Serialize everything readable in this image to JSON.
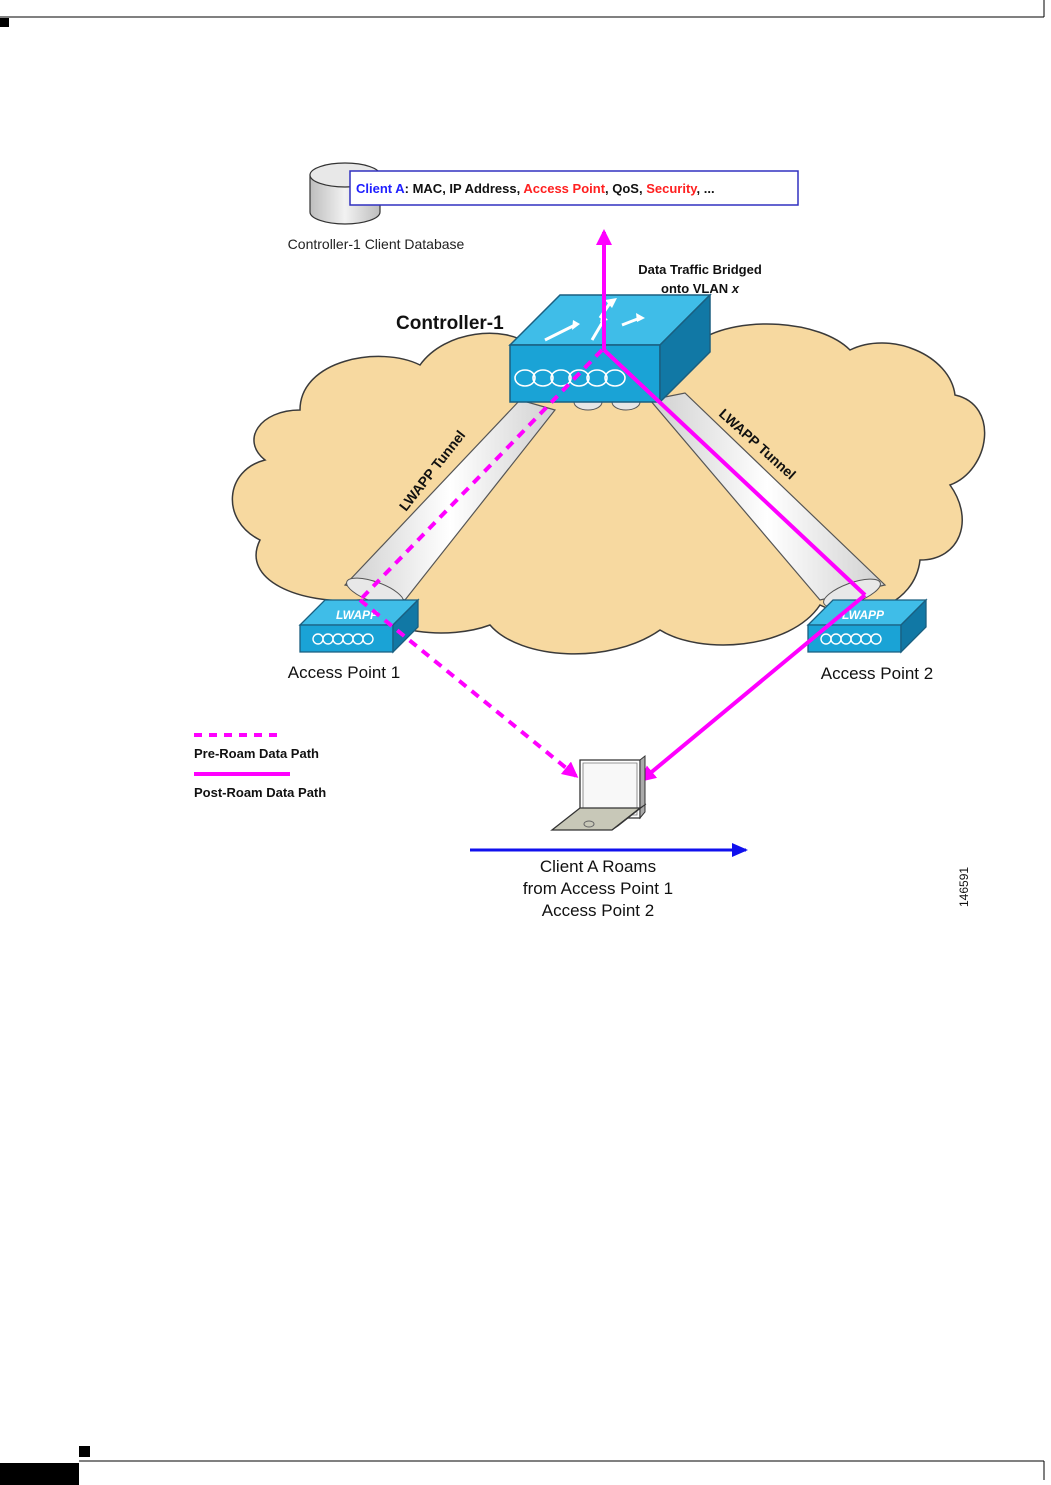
{
  "database": {
    "record_prefix": "Client A",
    "record_sep": ": ",
    "record_parts": [
      {
        "text": "MAC, IP Address, ",
        "tone": "plain"
      },
      {
        "text": "Access Point",
        "tone": "highlight"
      },
      {
        "text": ", QoS, ",
        "tone": "plain"
      },
      {
        "text": "Security",
        "tone": "highlight"
      },
      {
        "text": ", ...",
        "tone": "plain"
      }
    ],
    "label": "Controller-1 Client Database"
  },
  "controller": {
    "label": "Controller-1",
    "traffic_line1": "Data Traffic Bridged",
    "traffic_line2_prefix": "onto VLAN ",
    "traffic_line2_var": "x"
  },
  "tunnels": {
    "left_label": "LWAPP Tunnel",
    "right_label": "LWAPP Tunnel"
  },
  "access_points": {
    "ap1_label": "Access Point 1",
    "ap2_label": "Access Point 2",
    "badge_text": "LWAPP"
  },
  "legend": {
    "pre_roam": "Pre-Roam Data Path",
    "post_roam": "Post-Roam Data Path"
  },
  "roam": {
    "line1": "Client A Roams",
    "line2": "from Access Point 1",
    "line3": "Access Point 2"
  },
  "figure_id": "146591",
  "colors": {
    "cloud_fill": "#f7d9a0",
    "cloud_stroke": "#3a3a3a",
    "device_blue": "#1aa3d6",
    "data_path": "#ff00ff",
    "roam_arrow": "#1010ee",
    "client_text": "#2020ff",
    "highlight_text": "#ff2020"
  },
  "icons": {
    "database": "database-cylinder-icon",
    "controller": "wireless-controller-icon",
    "access_point": "access-point-icon",
    "laptop": "laptop-icon"
  }
}
